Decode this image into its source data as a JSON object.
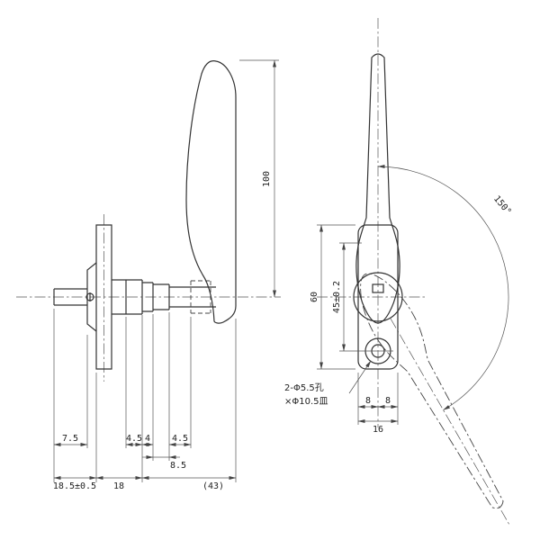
{
  "drawing": {
    "type": "technical-dimensional-drawing",
    "subject": "lever-handle-two-views",
    "colors": {
      "line": "#333333",
      "thin": "#555555",
      "background": "#ffffff"
    },
    "left_view": {
      "dims": {
        "d100": "100",
        "d7_5": "7.5",
        "d4_5a": "4.5",
        "d4": "4",
        "d4_5b": "4.5",
        "d8_5": "8.5",
        "d18_5": "18.5±0.5",
        "d18": "18",
        "d43": "(43)"
      }
    },
    "right_view": {
      "dims": {
        "d60": "60",
        "d45": "45±0.2",
        "d8a": "8",
        "d8b": "8",
        "d16": "16",
        "d150": "150°"
      },
      "note_line1": "2-Φ5.5孔",
      "note_line2": "×Φ10.5皿"
    }
  }
}
